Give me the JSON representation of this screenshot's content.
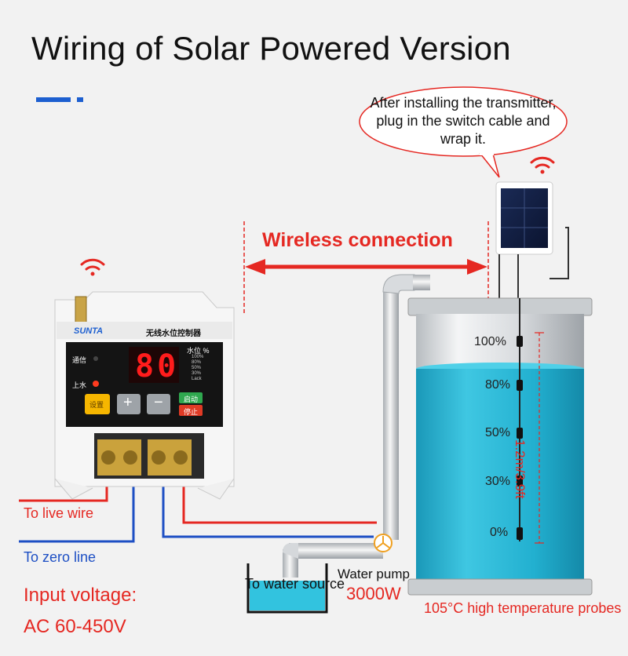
{
  "title": "Wiring of Solar Powered Version",
  "bubble": "After installing the transmitter, plug in the switch cable and wrap it.",
  "wireless_label": "Wireless connection",
  "live_wire": "To live wire",
  "zero_line": "To zero line",
  "voltage_line1": "Input voltage:",
  "voltage_line2": "AC 60-450V",
  "pump_label": "Water pump",
  "pump_power": "3000W",
  "water_source": "To water source",
  "probes_label": "105°C high temperature probes",
  "probe_length": "1.2m/3.9ft",
  "levels": [
    "100%",
    "80%",
    "50%",
    "30%",
    "0%"
  ],
  "controller": {
    "brand": "SUNTA",
    "name": "无线水位控制器",
    "comm": "通信",
    "pump_on": "上水",
    "level_header": "水位 %",
    "level_marks": [
      "100%",
      "80%",
      "50%",
      "30%",
      "Lack"
    ],
    "display": "80",
    "btn_set": "设置",
    "btn_plus": "+",
    "btn_minus": "−",
    "btn_start": "启动",
    "btn_stop": "停止"
  },
  "colors": {
    "red": "#e52822",
    "blue": "#1d4fc4",
    "water": "#1fb0cf",
    "accent": "#1d5fd0"
  }
}
